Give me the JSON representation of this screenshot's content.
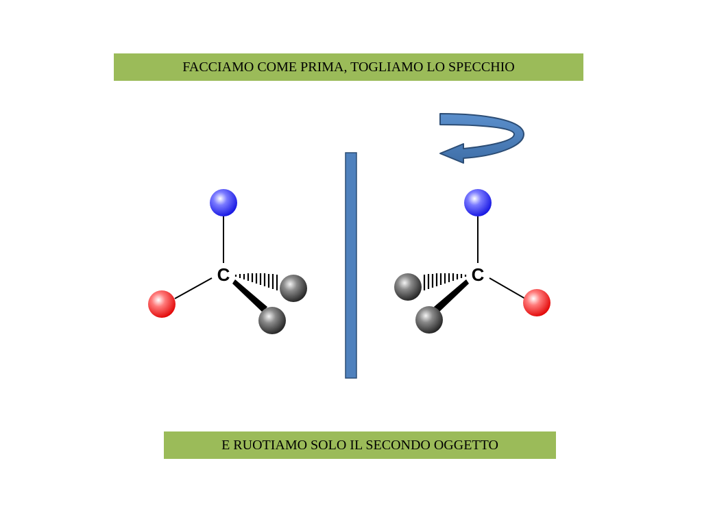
{
  "captions": {
    "top": "FACCIAMO COME PRIMA, TOGLIAMO LO SPECCHIO",
    "bottom": "E RUOTIAMO SOLO IL SECONDO OGGETTO"
  },
  "molecules": {
    "left": {
      "center_label": "C"
    },
    "right": {
      "center_label": "C"
    }
  },
  "colors": {
    "caption_background": "#9bbb59",
    "mirror": "#4f81bd",
    "mirror_border": "#2c4d75",
    "atom_blue": "#1a1aff",
    "atom_red": "#ff1a1a",
    "atom_gray": "#3a3a3a",
    "arrow": "#4f81bd"
  },
  "icons": {
    "rotation_arrow": "curved-rotate-arrow-icon"
  }
}
